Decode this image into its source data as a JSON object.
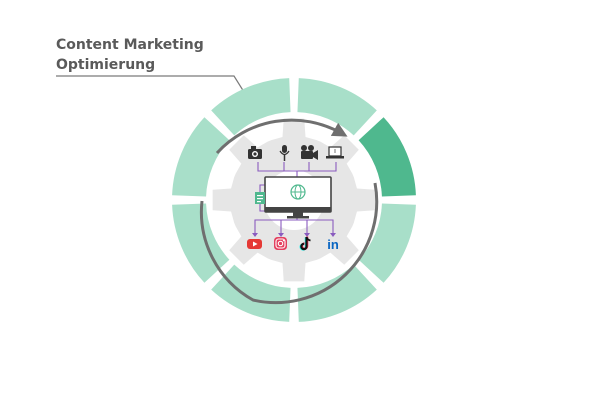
{
  "callout": {
    "line1": "Content Marketing",
    "line2": "Optimierung"
  },
  "cycle": {
    "segment_count": 8,
    "highlighted_segment": 1
  },
  "colors": {
    "highlight": "#4fb88e",
    "segment": "#a8dfc9",
    "gear": "#e6e6e6",
    "arrow": "#6f6f6f",
    "connector": "#8a5bbf",
    "callout_text": "#5a5a5a"
  },
  "icons": {
    "inputs": [
      "camera-icon",
      "microphone-icon",
      "video-camera-icon",
      "laptop-icon"
    ],
    "center": "monitor-globe-icon",
    "side": "document-icon",
    "channels": [
      "youtube-icon",
      "instagram-icon",
      "tiktok-icon",
      "linkedin-icon"
    ]
  },
  "channel_labels": {
    "linkedin": "in"
  }
}
